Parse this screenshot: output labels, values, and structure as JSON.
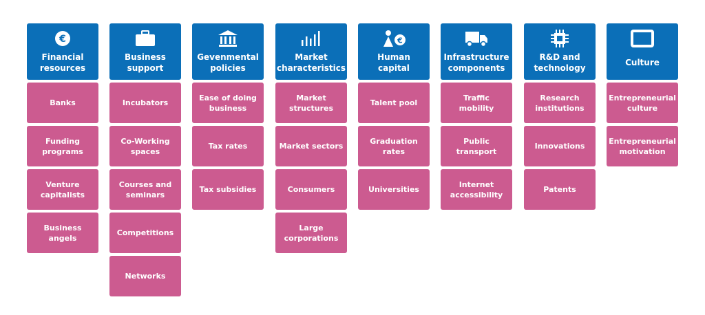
{
  "columns": [
    {
      "icon": "euro-coin-icon",
      "title": [
        "Financial",
        "resources"
      ],
      "items": [
        [
          "Banks"
        ],
        [
          "Funding",
          "programs"
        ],
        [
          "Venture",
          "capitalists"
        ],
        [
          "Business",
          "angels"
        ]
      ]
    },
    {
      "icon": "briefcase-icon",
      "title": [
        "Business",
        "support"
      ],
      "items": [
        [
          "Incubators"
        ],
        [
          "Co-Working",
          "spaces"
        ],
        [
          "Courses and",
          "seminars"
        ],
        [
          "Competitions"
        ],
        [
          "Networks"
        ]
      ]
    },
    {
      "icon": "government-building-icon",
      "title": [
        "Gevenmental",
        "policies"
      ],
      "items": [
        [
          "Ease of doing",
          "business"
        ],
        [
          "Tax rates"
        ],
        [
          "Tax subsidies"
        ]
      ]
    },
    {
      "icon": "bar-chart-icon",
      "title": [
        "Market",
        "characteristics"
      ],
      "items": [
        [
          "Market",
          "structures"
        ],
        [
          "Market sectors"
        ],
        [
          "Consumers"
        ],
        [
          "Large",
          "corporations"
        ]
      ]
    },
    {
      "icon": "person-euro-icon",
      "title": [
        "Human",
        "capital"
      ],
      "items": [
        [
          "Talent pool"
        ],
        [
          "Graduation",
          "rates"
        ],
        [
          "Universities"
        ]
      ]
    },
    {
      "icon": "truck-icon",
      "title": [
        "Infrastructure",
        "components"
      ],
      "items": [
        [
          "Traffic",
          "mobility"
        ],
        [
          "Public",
          "transport"
        ],
        [
          "Internet",
          "accessibility"
        ]
      ]
    },
    {
      "icon": "chip-icon",
      "title": [
        "R&D and",
        "technology"
      ],
      "items": [
        [
          "Research",
          "institutions"
        ],
        [
          "Innovations"
        ],
        [
          "Patents"
        ]
      ]
    },
    {
      "icon": "monitor-icon",
      "title": [
        "Culture"
      ],
      "items": [
        [
          "Entrepreneurial",
          "culture"
        ],
        [
          "Entrepreneurial",
          "motivation"
        ]
      ]
    }
  ],
  "colors": {
    "header": "#0b6fb8",
    "item": "#cc5b90",
    "text": "#ffffff"
  }
}
